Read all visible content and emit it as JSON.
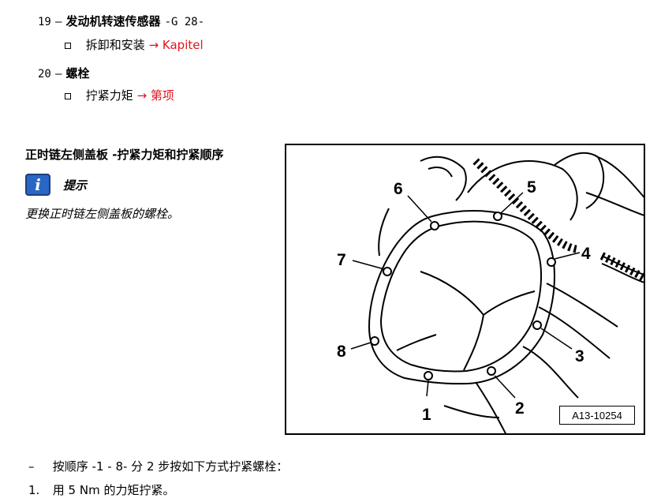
{
  "items": [
    {
      "num": "19",
      "dash": "–",
      "title": "发动机转速传感器",
      "code": "-G 28-",
      "sub": {
        "text": "拆卸和安装",
        "link": "→ Kapitel"
      }
    },
    {
      "num": "20",
      "dash": "–",
      "title": "螺栓",
      "code": "",
      "sub": {
        "text": "拧紧力矩",
        "link": "→ 第项"
      }
    }
  ],
  "section": {
    "title": "正时链左侧盖板 -拧紧力矩和拧紧顺序"
  },
  "note": {
    "icon": "info-icon",
    "icon_glyph": "i",
    "title": "提示",
    "text": "更换正时链左侧盖板的螺栓。"
  },
  "figure": {
    "ref": "A13-10254",
    "labels": [
      "1",
      "2",
      "3",
      "4",
      "5",
      "6",
      "7",
      "8"
    ]
  },
  "steps": [
    {
      "marker": "–",
      "text": "按顺序 -1 - 8- 分 2 步按如下方式拧紧螺栓："
    },
    {
      "marker": "1.",
      "text": "用 5 Nm 的力矩拧紧。"
    }
  ],
  "colors": {
    "link": "#e0141e",
    "icon": "#2a66c4"
  }
}
